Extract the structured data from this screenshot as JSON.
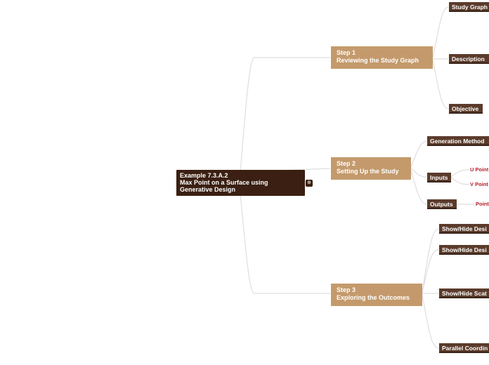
{
  "root": {
    "line1": "Example 7.3.A.2",
    "line2": "Max Point on a Surface using Generative Design"
  },
  "collapse_icon": "⊕",
  "steps": [
    {
      "number": "Step 1",
      "title": "Reviewing the Study Graph",
      "children": [
        "Study Graph",
        "Description",
        "Objective"
      ]
    },
    {
      "number": "Step 2",
      "title": "Setting Up the Study",
      "children": [
        "Generation Method",
        "Inputs",
        "Outputs"
      ],
      "inputs": [
        "U Point",
        "V Point"
      ],
      "outputs": [
        "Point"
      ]
    },
    {
      "number": "Step 3",
      "title": "Exploring the Outcomes",
      "children": [
        "Show/Hide Desi",
        "Show/Hide Desi",
        "Show/Hide Scat",
        "Parallel Coordin"
      ]
    }
  ],
  "colors": {
    "root": "#3a1f12",
    "step": "#c49a6c",
    "topic": "#5b3b2b",
    "leaf_text": "#b3202a",
    "link": "#dddddd"
  }
}
